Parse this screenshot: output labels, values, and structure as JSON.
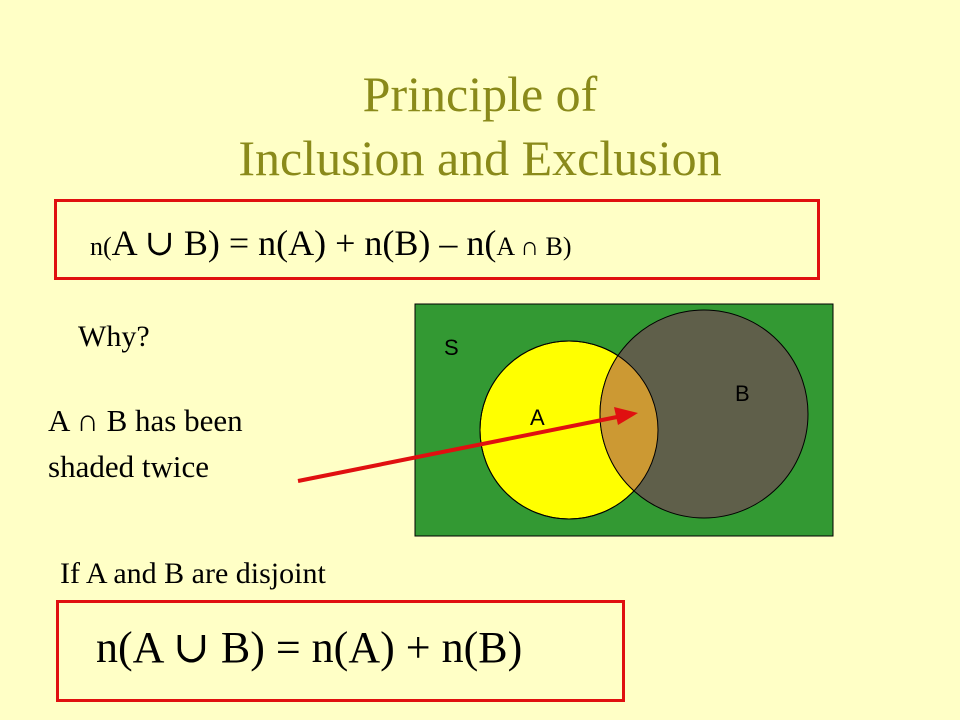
{
  "title_line1": "Principle of",
  "title_line2": "Inclusion and Exclusion",
  "formula_main": {
    "prefix": "n(",
    "part1": "A ∪ B) = n(A) + n(B) – n(",
    "part2": "A ∩ B)"
  },
  "why": "Why?",
  "note_line1": "A ∩ B has been",
  "note_line2": "shaded twice",
  "venn": {
    "label_s": "S",
    "label_a": "A",
    "label_b": "B",
    "colors": {
      "universe": "#339933",
      "set_a": "#ffff00",
      "set_b": "#5f5f4a",
      "intersection": "#cc9933"
    }
  },
  "disjoint_caption": "If A and B are disjoint",
  "formula_disjoint": "n(A ∪ B) = n(A) + n(B)",
  "accent_color": "#e01010"
}
